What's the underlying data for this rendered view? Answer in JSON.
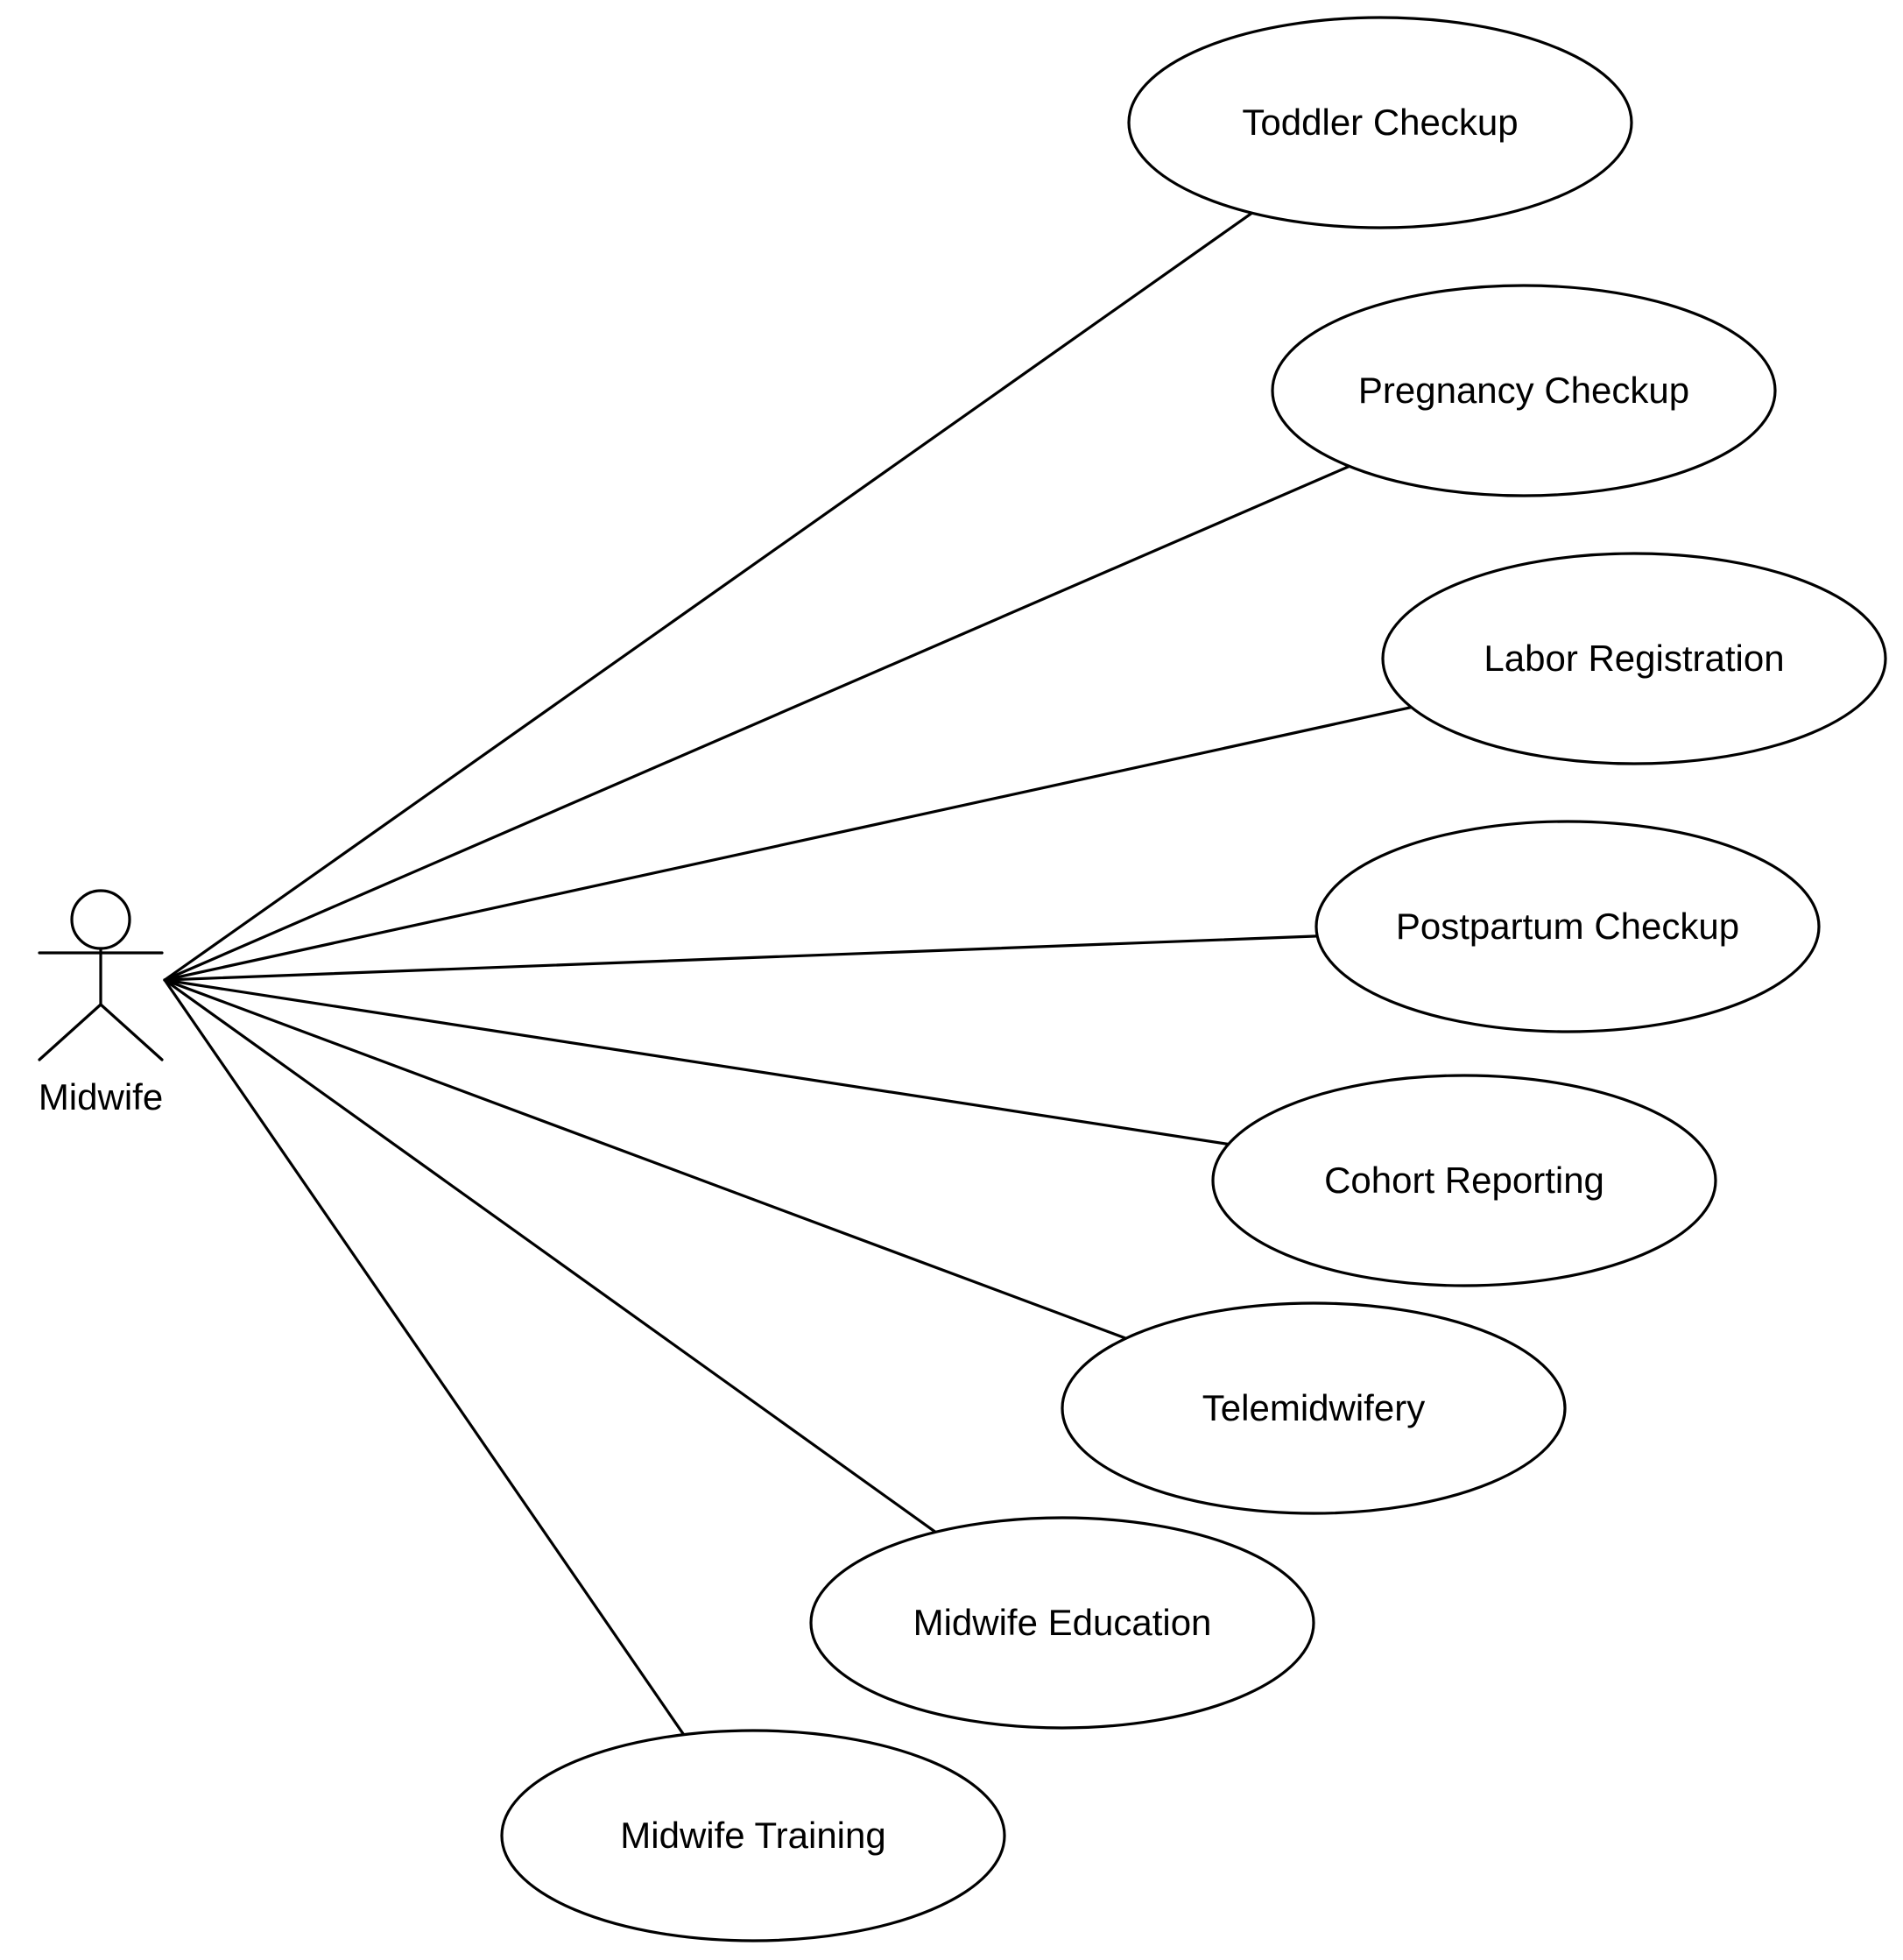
{
  "actor": {
    "name": "Midwife",
    "icon": "stick-figure-actor-icon"
  },
  "use_cases": [
    {
      "id": "toddler-checkup",
      "label": "Toddler Checkup"
    },
    {
      "id": "pregnancy-checkup",
      "label": "Pregnancy Checkup"
    },
    {
      "id": "labor-registration",
      "label": "Labor Registration"
    },
    {
      "id": "postpartum-checkup",
      "label": "Postpartum Checkup"
    },
    {
      "id": "cohort-reporting",
      "label": "Cohort Reporting"
    },
    {
      "id": "telemidwifery",
      "label": "Telemidwifery"
    },
    {
      "id": "midwife-education",
      "label": "Midwife Education"
    },
    {
      "id": "midwife-training",
      "label": "Midwife Training"
    }
  ],
  "colors": {
    "stroke": "#000000",
    "background": "#ffffff"
  }
}
